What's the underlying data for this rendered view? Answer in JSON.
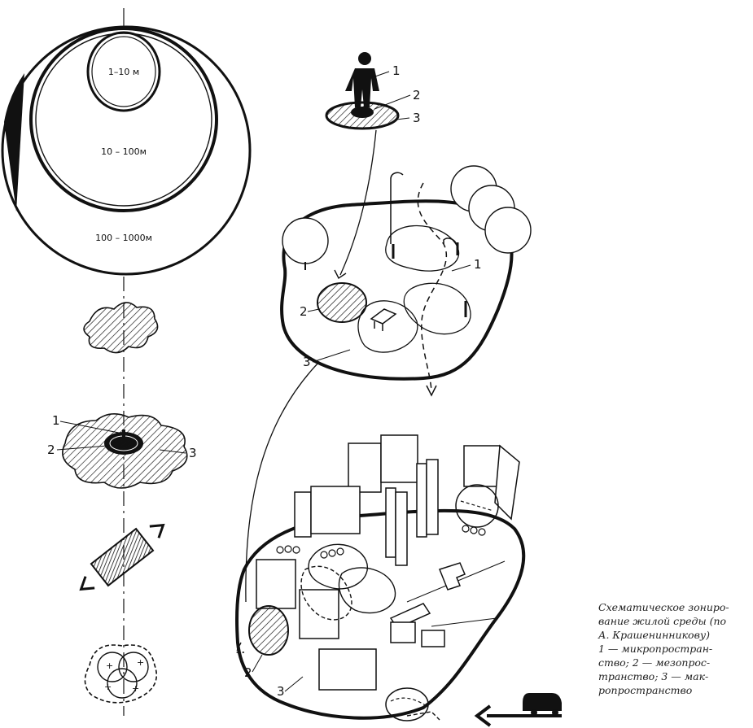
{
  "scale_labels": {
    "inner": "1–10 м",
    "middle": "10 – 100м",
    "outer": "100 – 1000м"
  },
  "numbers": {
    "one": "1",
    "two": "2",
    "three": "3"
  },
  "caption_lines": [
    "Схематическое зониро-",
    "вание жилой среды (по",
    "А. Крашенинникову)",
    "1 — микропростран-",
    "ство; 2 — мезопрос-",
    "транство; 3 — мак-",
    "ропространство"
  ],
  "icons": [
    "person-icon",
    "tree-icon",
    "bench-icon",
    "car-icon",
    "arrow-icon"
  ]
}
